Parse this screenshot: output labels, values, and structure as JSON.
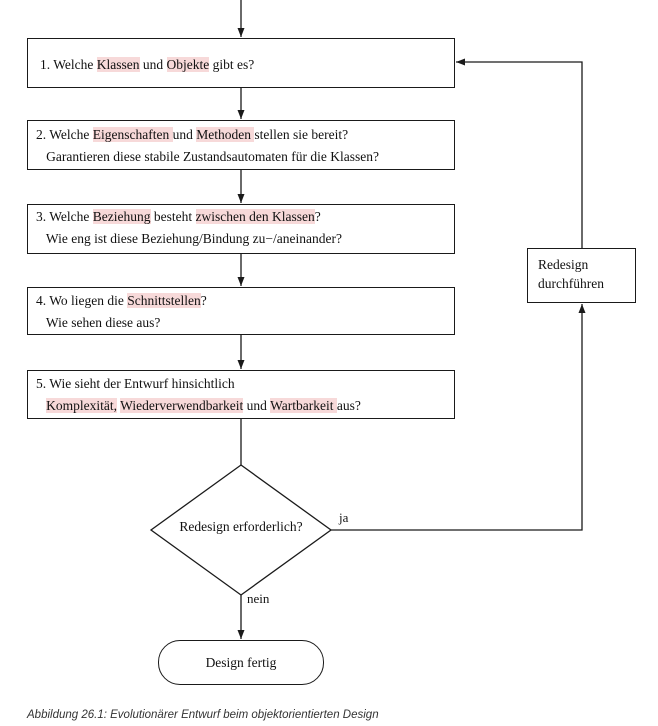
{
  "steps": [
    {
      "lines": [
        [
          {
            "t": "1. Welche "
          },
          {
            "t": "Klassen",
            "hl": true
          },
          {
            "t": " und "
          },
          {
            "t": "Objekte",
            "hl": true
          },
          {
            "t": " gibt es?"
          }
        ]
      ]
    },
    {
      "lines": [
        [
          {
            "t": "2. Welche "
          },
          {
            "t": "Eigenschaften ",
            "hl": true
          },
          {
            "t": "und "
          },
          {
            "t": "Methoden ",
            "hl": true
          },
          {
            "t": "stellen sie bereit?"
          }
        ],
        [
          {
            "t": "   Garantieren diese stabile Zustandsautomaten für die Klassen?"
          }
        ]
      ]
    },
    {
      "lines": [
        [
          {
            "t": "3. Welche "
          },
          {
            "t": "Beziehung",
            "hl": true
          },
          {
            "t": " besteht "
          },
          {
            "t": "zwischen den Klassen",
            "hl": true
          },
          {
            "t": "?"
          }
        ],
        [
          {
            "t": "   Wie eng ist diese Beziehung/Bindung zu−/aneinander?"
          }
        ]
      ]
    },
    {
      "lines": [
        [
          {
            "t": "4. Wo liegen die "
          },
          {
            "t": "Schnittstellen",
            "hl": true
          },
          {
            "t": "?"
          }
        ],
        [
          {
            "t": "   Wie sehen diese aus?"
          }
        ]
      ]
    },
    {
      "lines": [
        [
          {
            "t": "5. Wie sieht der Entwurf hinsichtlich"
          }
        ],
        [
          {
            "t": "   "
          },
          {
            "t": "Komplexität,",
            "hl": true
          },
          {
            "t": " "
          },
          {
            "t": "Wiederverwendbarkeit",
            "hl": true
          },
          {
            "t": " und "
          },
          {
            "t": "Wartbarkeit ",
            "hl": true
          },
          {
            "t": "aus?"
          }
        ]
      ]
    }
  ],
  "decision": {
    "label": "Redesign erforderlich?",
    "yes_label": "ja",
    "no_label": "nein"
  },
  "redesign": {
    "line1": "Redesign",
    "line2": "durchführen"
  },
  "final": {
    "label": "Design fertig"
  },
  "caption": "Abbildung 26.1: Evolutionärer Entwurf beim objektorientierten Design",
  "colors": {
    "highlight": "#f7d9d9",
    "stroke": "#1a1a1a"
  }
}
